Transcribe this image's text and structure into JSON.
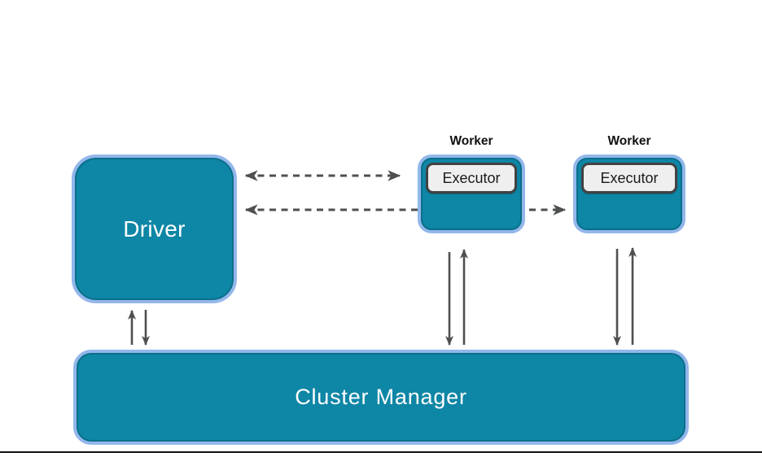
{
  "diagram": {
    "type": "cluster-architecture-diagram",
    "nodes": {
      "driver": {
        "label": "Driver"
      },
      "workers": [
        {
          "label": "Worker",
          "executor_label": "Executor"
        },
        {
          "label": "Worker",
          "executor_label": "Executor"
        }
      ],
      "cluster_manager": {
        "label": "Cluster Manager"
      }
    },
    "connections": [
      {
        "from": "driver",
        "to": "worker-1",
        "style": "dashed",
        "bidirectional": true
      },
      {
        "from": "driver",
        "to": "worker-2",
        "style": "dashed",
        "bidirectional": true,
        "note": "passes behind worker-1"
      },
      {
        "from": "driver",
        "to": "cluster-manager",
        "style": "solid",
        "bidirectional": true
      },
      {
        "from": "worker-1",
        "to": "cluster-manager",
        "style": "solid",
        "bidirectional": true
      },
      {
        "from": "worker-2",
        "to": "cluster-manager",
        "style": "solid",
        "bidirectional": true
      }
    ],
    "colors": {
      "node_fill": "#0E86A6",
      "node_border": "#93B7EB",
      "node_text": "#FFFFFF",
      "executor_fill": "#EFEFEF",
      "executor_border": "#424242",
      "executor_text": "#1A1A1A",
      "title_text": "#111111",
      "arrow_color": "#4D4F51",
      "frame_line": "#111111"
    }
  }
}
